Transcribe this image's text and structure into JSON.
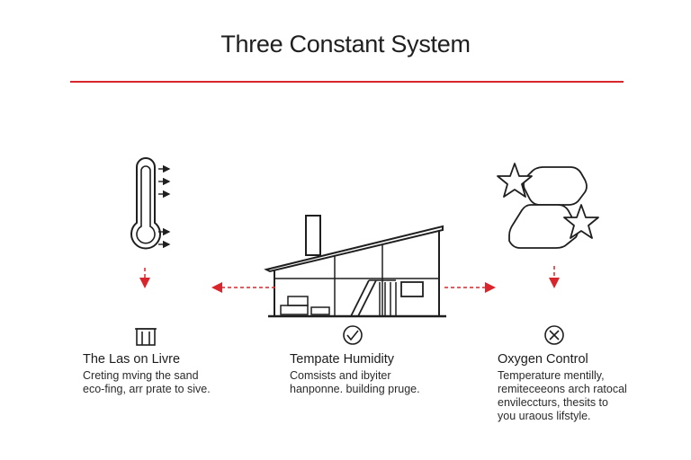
{
  "title": "Three Constant System",
  "colors": {
    "accent": "#d9262c",
    "ink": "#1f1f1f"
  },
  "icons": [
    "thermometer-icon",
    "house-icon",
    "hexagons-stars-icon",
    "pillar-icon",
    "check-circle-icon",
    "x-circle-icon"
  ],
  "columns": [
    {
      "heading": "The Las on Livre",
      "lines": [
        "Creting mving the sand",
        "eco-fing, arr prate to sive."
      ]
    },
    {
      "heading": "Tempate Humidity",
      "lines": [
        "Comsists and ibyiter",
        "hanponne. building pruge."
      ]
    },
    {
      "heading": "Oxygen Control",
      "lines": [
        "Temperature mentilly,",
        "remiteceeons arch ratocal",
        "envileccturs, thesits to",
        "you uraous lifstyle."
      ]
    }
  ]
}
